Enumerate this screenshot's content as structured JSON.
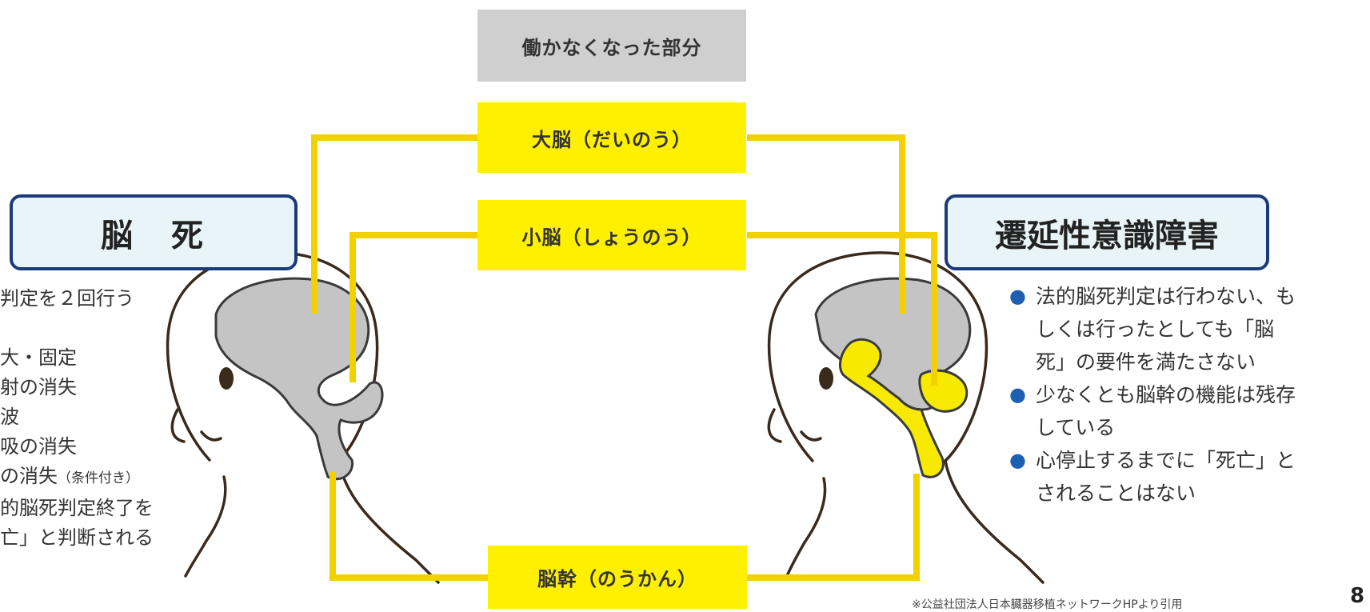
{
  "header": {
    "label": "働かなくなった部分"
  },
  "regions": {
    "cerebrum": "大脳（だいのう）",
    "cerebellum": "小脳（しょうのう）",
    "brainstem": "脳幹（のうかん）"
  },
  "left": {
    "title": "脳　死",
    "lines": [
      "判定を２回行う",
      "大・固定",
      "射の消失",
      "波",
      "吸の消失",
      "の消失",
      "的脳死判定終了を",
      "亡」と判断される"
    ],
    "note": "（条件付き）"
  },
  "right": {
    "title": "遷延性意識障害",
    "bullets": [
      {
        "first": "法的脳死判定は行わない、も",
        "rest": [
          "しくは行ったとしても「脳",
          "死」の要件を満たさない"
        ]
      },
      {
        "first": "少なくとも脳幹の機能は残存",
        "rest": [
          "している"
        ]
      },
      {
        "first": "心停止するまでに「死亡」と",
        "rest": [
          "されることはない"
        ]
      }
    ]
  },
  "footer": {
    "source": "※公益社団法人日本臓器移植ネットワークHPより引用",
    "page": "8"
  },
  "colors": {
    "highlight": "#fff000",
    "connector": "#f2d100",
    "inactive_brain": "#c4c4c4",
    "title_border": "#1b3a7a",
    "bullet": "#1d5fb0"
  }
}
